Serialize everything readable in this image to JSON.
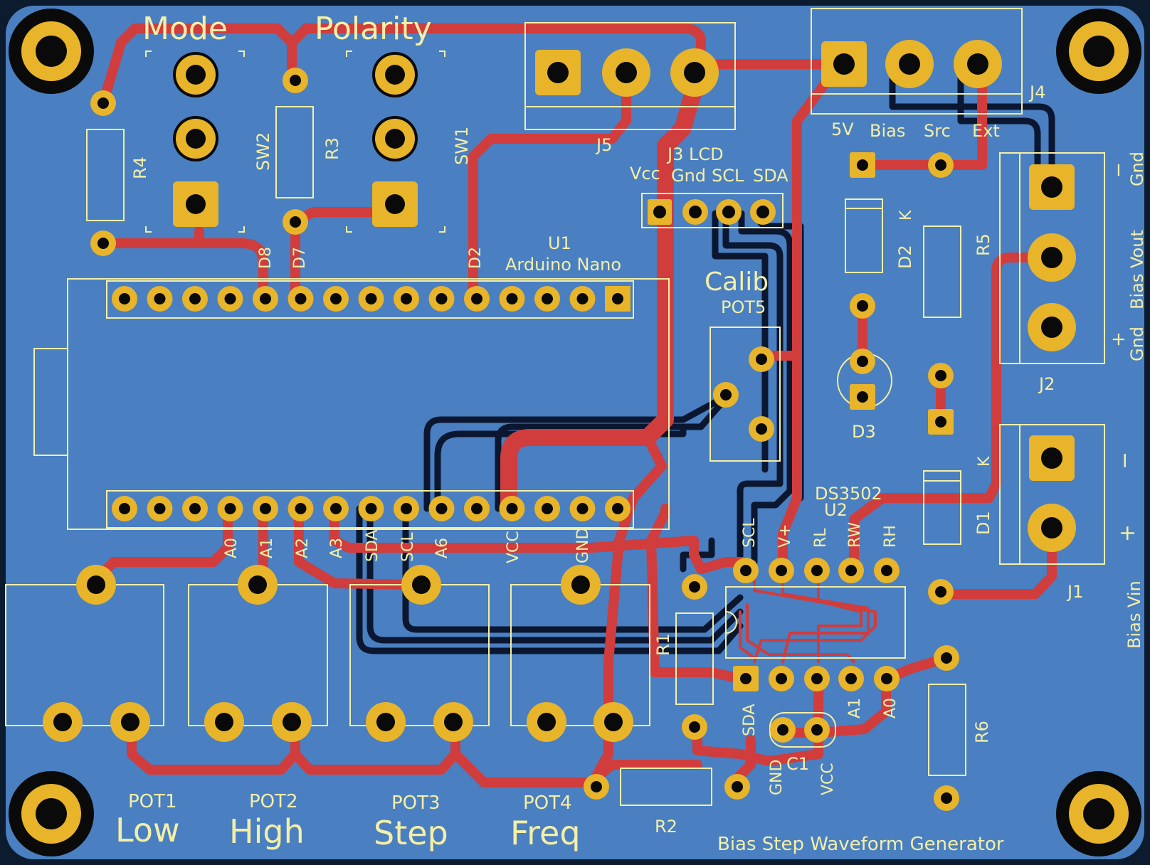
{
  "board": {
    "title": "Bias Step Waveform Generator",
    "colors": {
      "copper_top": "#d13c3c",
      "copper_bottom": "#0b1730",
      "board": "#4a7fc1",
      "silk": "#f4efa7",
      "pad": "#e8b42a",
      "edge": "#0d1b2e"
    }
  },
  "labels": {
    "mode": "Mode",
    "polarity": "Polarity",
    "sw1": "SW1",
    "sw2": "SW2",
    "r1": "R1",
    "r2": "R2",
    "r3": "R3",
    "r4": "R4",
    "r5": "R5",
    "r6": "R6",
    "j1": "J1",
    "j2": "J2",
    "j3": "J3 LCD",
    "j4": "J4",
    "j5": "J5",
    "u1": "U1",
    "u1_name": "Arduino Nano",
    "u2": "U2",
    "u2_name": "DS3502",
    "d1": "D1",
    "d2": "D2",
    "d3": "D3",
    "k": "K",
    "c1": "C1",
    "pot1": "POT1",
    "pot2": "POT2",
    "pot3": "POT3",
    "pot4": "POT4",
    "pot5": "POT5",
    "low": "Low",
    "high": "High",
    "step": "Step",
    "freq": "Freq",
    "calib": "Calib",
    "j4_5v": "5V",
    "j4_bias": "Bias",
    "j4_src": "Src",
    "j4_ext": "Ext",
    "j3_vcc": "Vcc",
    "j3_gnd": "Gnd",
    "j3_scl": "SCL",
    "j3_sda": "SDA",
    "d8": "D8",
    "d7": "D7",
    "d2_pin": "D2",
    "a0": "A0",
    "a1": "A1",
    "a2": "A2",
    "a3": "A3",
    "sda": "SDA",
    "scl": "SCL",
    "a6": "A6",
    "vcc": "VCC",
    "gnd": "GND",
    "u2_scl": "SCL",
    "u2_vplus": "V+",
    "u2_rl": "RL",
    "u2_rw": "RW",
    "u2_rh": "RH",
    "u2_sda": "SDA",
    "u2_gnd": "GND",
    "u2_vcc": "VCC",
    "u2_a1": "A1",
    "u2_a0": "A0",
    "j2_minus": "−",
    "j2_gnd_top": "Gnd",
    "j2_bias_vout": "Bias Vout",
    "j2_plus": "+",
    "j2_gnd_bot": "Gnd",
    "j1_minus": "−",
    "j1_plus": "+",
    "j1_bias_vin": "Bias Vin"
  }
}
